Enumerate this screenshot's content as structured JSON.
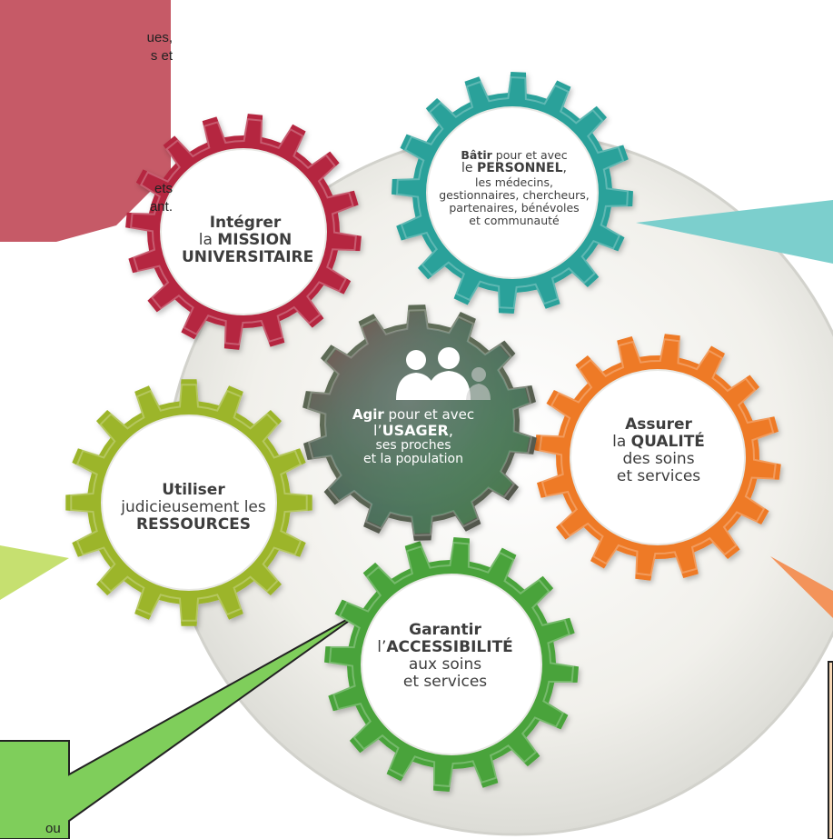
{
  "colors": {
    "red": "#b5283f",
    "teal": "#2aa19a",
    "olive": "#9cb52b",
    "orange": "#ee7a26",
    "green": "#4aa33a",
    "center_dark": "#6a6a68",
    "callout_red": "#c65a67",
    "callout_teal": "#7ccfcd",
    "callout_lime": "#c6e070",
    "callout_green": "#7fce5b",
    "callout_orange": "#f3935a"
  },
  "gears": {
    "mission": {
      "verb": "Intégrer",
      "line2_prefix": "la ",
      "line2_strong": "MISSION",
      "line3": "UNIVERSITAIRE"
    },
    "personnel": {
      "verb": "Bâtir",
      "verb_rest": " pour et avec",
      "line2_prefix": "le ",
      "line2_strong": "PERSONNEL",
      "line2_suffix": ",",
      "line3": "les médecins,",
      "line4": "gestionnaires, chercheurs,",
      "line5": "partenaires, bénévoles",
      "line6": "et communauté"
    },
    "usager": {
      "verb": "Agir",
      "verb_rest": " pour et avec",
      "line2_prefix": "l’",
      "line2_strong": "USAGER",
      "line2_suffix": ",",
      "line3": "ses proches",
      "line4": "et la population",
      "icon": "people-icon"
    },
    "qualite": {
      "verb": "Assurer",
      "line2_prefix": "la ",
      "line2_strong": "QUALITÉ",
      "line3": "des soins",
      "line4": "et services"
    },
    "ressources": {
      "verb": "Utiliser",
      "line2": "judicieusement les",
      "line3": "RESSOURCES"
    },
    "accessibilite": {
      "verb": "Garantir",
      "line2_prefix": "l’",
      "line2_strong": "ACCESSIBILITÉ",
      "line3": "aux soins",
      "line4": "et services"
    }
  },
  "callouts": {
    "red_fragments": [
      "ues,",
      "s  et",
      "ets",
      "ant."
    ],
    "green_fragment": "ou"
  }
}
